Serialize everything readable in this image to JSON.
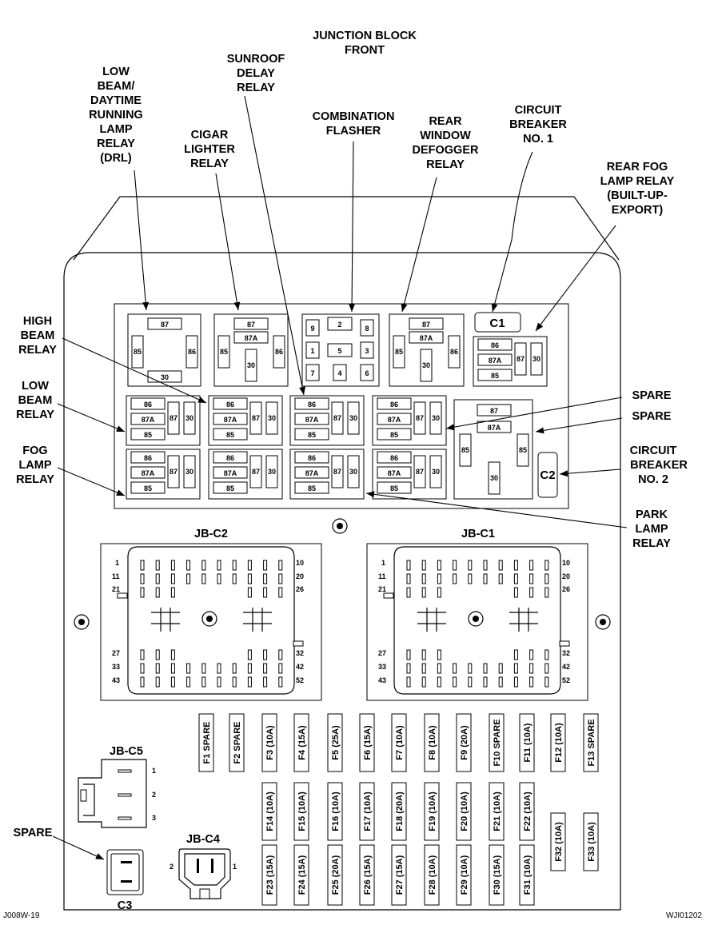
{
  "title": [
    "JUNCTION BLOCK",
    "FRONT"
  ],
  "callouts": {
    "low_beam_drl": [
      "LOW",
      "BEAM/",
      "DAYTIME",
      "RUNNING",
      "LAMP",
      "RELAY",
      "(DRL)"
    ],
    "cigar": [
      "CIGAR",
      "LIGHTER",
      "RELAY"
    ],
    "sunroof": [
      "SUNROOF",
      "DELAY",
      "RELAY"
    ],
    "combination": [
      "COMBINATION",
      "FLASHER"
    ],
    "rear_window": [
      "REAR",
      "WINDOW",
      "DEFOGGER",
      "RELAY"
    ],
    "cb1": [
      "CIRCUIT",
      "BREAKER",
      "NO. 1"
    ],
    "rear_fog": [
      "REAR FOG",
      "LAMP RELAY",
      "(BUILT-UP-",
      "EXPORT)"
    ],
    "high_beam": [
      "HIGH",
      "BEAM",
      "RELAY"
    ],
    "low_beam": [
      "LOW",
      "BEAM",
      "RELAY"
    ],
    "fog": [
      "FOG",
      "LAMP",
      "RELAY"
    ],
    "spare1": [
      "SPARE"
    ],
    "spare2": [
      "SPARE"
    ],
    "cb2": [
      "CIRCUIT",
      "BREAKER",
      "NO. 2"
    ],
    "park": [
      "PARK",
      "LAMP",
      "RELAY"
    ],
    "spare3": [
      "SPARE"
    ]
  },
  "terminals": {
    "t87": "87",
    "t87a": "87A",
    "t85": "85",
    "t86": "86",
    "t30": "30"
  },
  "flasher_pins": [
    "9",
    "2",
    "8",
    "1",
    "5",
    "3",
    "7",
    "4",
    "6"
  ],
  "badges": {
    "c1": "C1",
    "c2": "C2"
  },
  "connectors": {
    "jbc2": {
      "name": "JB-C2",
      "left": [
        "1",
        "11",
        "21",
        "27",
        "33",
        "43"
      ],
      "right": [
        "10",
        "20",
        "26",
        "32",
        "42",
        "52"
      ]
    },
    "jbc1": {
      "name": "JB-C1",
      "left": [
        "1",
        "11",
        "21",
        "27",
        "33",
        "43"
      ],
      "right": [
        "10",
        "20",
        "26",
        "32",
        "42",
        "52"
      ]
    },
    "jbc5": {
      "name": "JB-C5",
      "pins": [
        "1",
        "2",
        "3"
      ]
    },
    "jbc4": {
      "name": "JB-C4",
      "pins": [
        "2",
        "1"
      ]
    },
    "c3": {
      "name": "C3"
    }
  },
  "fuses_row1": [
    "F1 SPARE",
    "F2 SPARE",
    "F3 (10A)",
    "F4 (15A)",
    "F5 (25A)",
    "F6 (15A)",
    "F7 (10A)",
    "F8 (10A)",
    "F9 (20A)",
    "F10 SPARE",
    "F11 (10A)",
    "F12 (10A)",
    "F13 SPARE"
  ],
  "fuses_row2": [
    "F14 (10A)",
    "F15 (10A)",
    "F16 (10A)",
    "F17 (10A)",
    "F18 (20A)",
    "F19 (10A)",
    "F20 (10A)",
    "F21 (10A)",
    "F22 (10A)"
  ],
  "fuses_row3": [
    "F23 (15A)",
    "F24 (15A)",
    "F25 (20A)",
    "F26 (15A)",
    "F27 (15A)",
    "F28 (10A)",
    "F29 (10A)",
    "F30 (15A)",
    "F31 (10A)"
  ],
  "fuses_side": [
    "F32 (10A)",
    "F33 (10A)"
  ],
  "footer": {
    "left": "J008W-19",
    "right": "WJI01202"
  }
}
